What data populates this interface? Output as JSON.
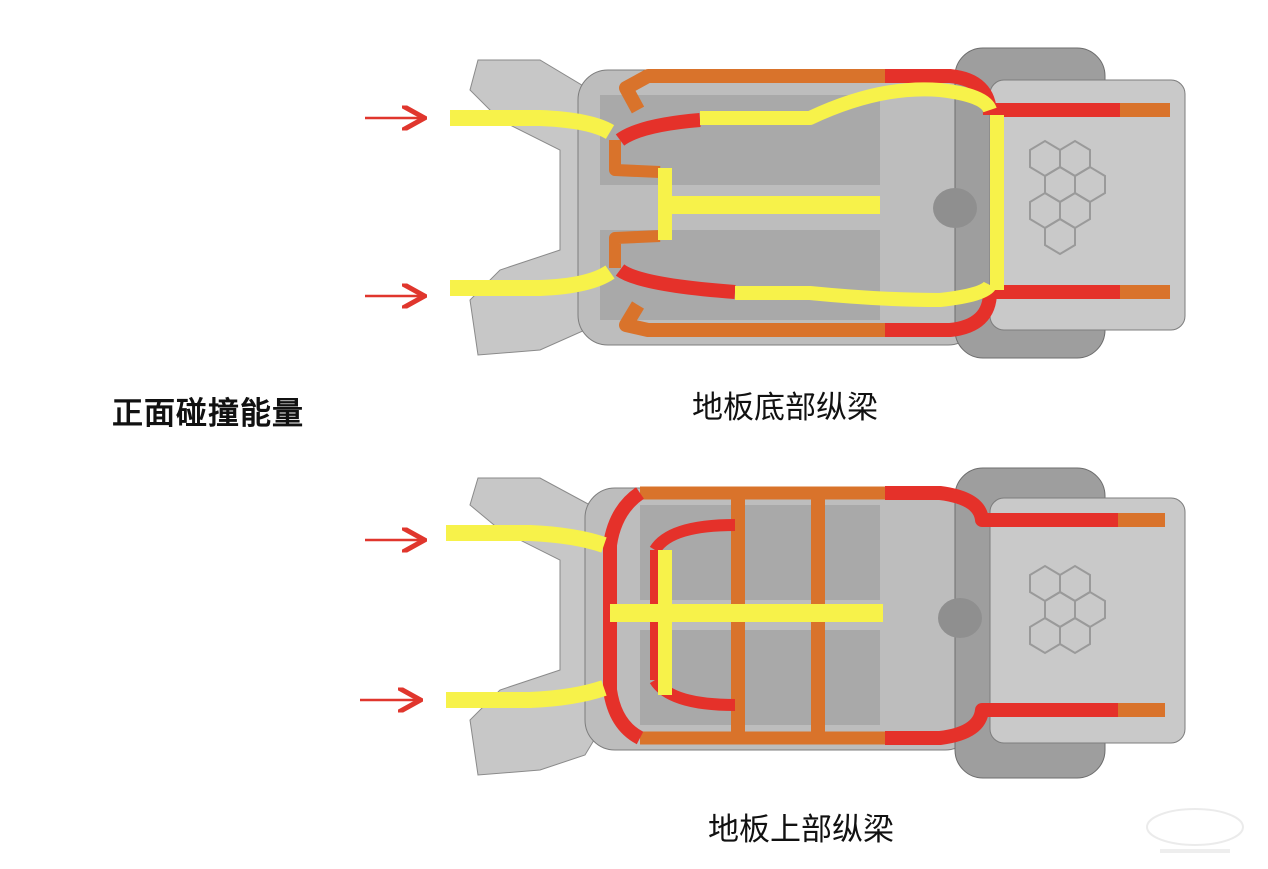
{
  "title": "正面碰撞能量",
  "diagrams": [
    {
      "caption": "地板底部纵梁"
    },
    {
      "caption": "地板上部纵梁"
    }
  ],
  "colors": {
    "primary_path": "#f7f24a",
    "secondary_path": "#e5312a",
    "tertiary_path": "#d9732b",
    "impact_arrow": "#e0362d",
    "chassis": "#b5b5b5"
  },
  "icons": [
    "impact-arrow-icon",
    "watermark-logo-icon"
  ]
}
